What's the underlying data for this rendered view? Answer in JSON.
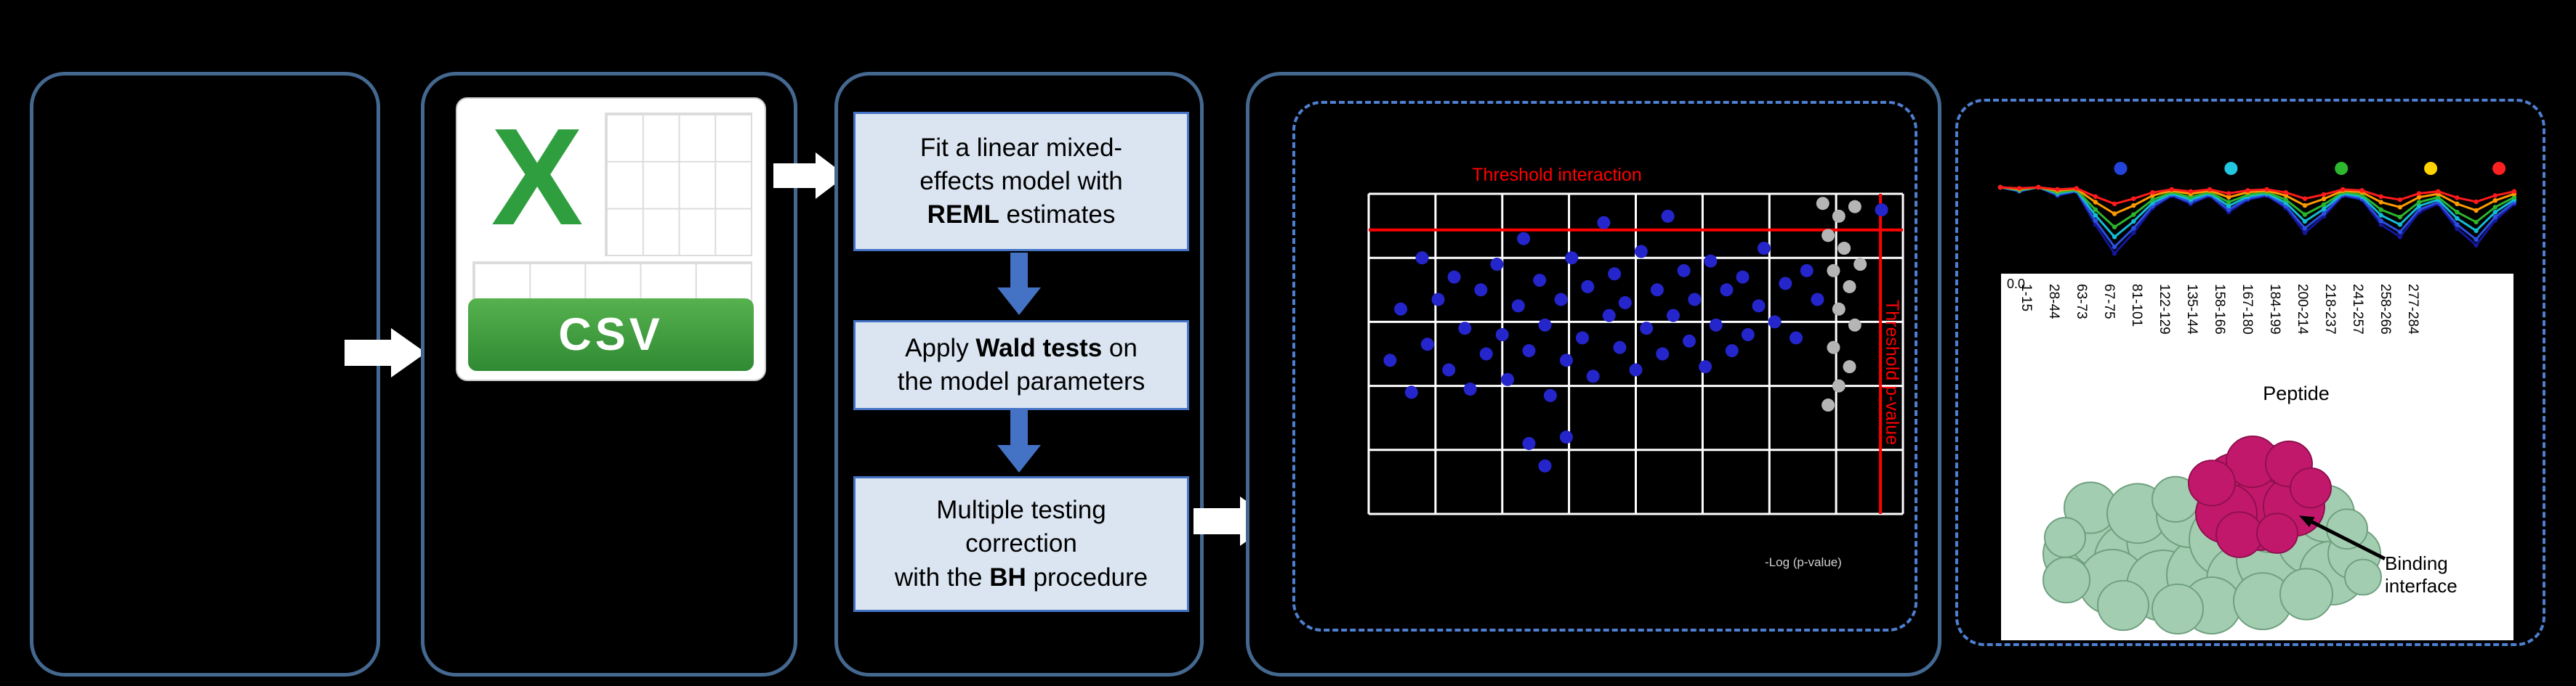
{
  "colors": {
    "background": "#000000",
    "panel_border": "#44688f",
    "dashed_border": "#4e7fd0",
    "step_fill": "#dbe5f1",
    "step_border": "#4472c4",
    "arrow_white": "#ffffff",
    "arrow_blue": "#4472c4",
    "threshold_red": "#ff0000"
  },
  "csv_panel": {
    "icon_letter": "X",
    "icon_label": "CSV"
  },
  "pipeline": {
    "steps": [
      {
        "segments": [
          {
            "t": "Fit a linear mixed-\neffects model with\n"
          },
          {
            "t": "REML",
            "b": true
          },
          {
            "t": " estimates"
          }
        ]
      },
      {
        "segments": [
          {
            "t": "Apply "
          },
          {
            "t": "Wald tests",
            "b": true
          },
          {
            "t": " on\nthe model parameters"
          }
        ]
      },
      {
        "segments": [
          {
            "t": "Multiple testing\ncorrection\nwith the "
          },
          {
            "t": "BH",
            "b": true
          },
          {
            "t": " procedure"
          }
        ]
      }
    ]
  },
  "volcano": {
    "title": "Threshold interaction",
    "side_label": "Threshold p-value",
    "axis_note": "-Log (p-value)",
    "grid": {
      "cols": 8,
      "rows": 5
    },
    "threshold_y_pct": 11.3,
    "threshold_x_pct": 95.8,
    "blue_color": "#2525cc",
    "gray_color": "#b5b5b5",
    "points_blue": [
      [
        4,
        52
      ],
      [
        6,
        36
      ],
      [
        8,
        62
      ],
      [
        10,
        20
      ],
      [
        11,
        47
      ],
      [
        13,
        33
      ],
      [
        15,
        55
      ],
      [
        16,
        26
      ],
      [
        18,
        42
      ],
      [
        19,
        61
      ],
      [
        21,
        30
      ],
      [
        22,
        50
      ],
      [
        24,
        22
      ],
      [
        25,
        44
      ],
      [
        26,
        58
      ],
      [
        28,
        35
      ],
      [
        29,
        14
      ],
      [
        30,
        49
      ],
      [
        32,
        27
      ],
      [
        33,
        41
      ],
      [
        34,
        63
      ],
      [
        36,
        33
      ],
      [
        37,
        52
      ],
      [
        38,
        20
      ],
      [
        40,
        45
      ],
      [
        41,
        29
      ],
      [
        42,
        57
      ],
      [
        44,
        9
      ],
      [
        45,
        38
      ],
      [
        46,
        25
      ],
      [
        47,
        48
      ],
      [
        48,
        34
      ],
      [
        50,
        55
      ],
      [
        51,
        18
      ],
      [
        52,
        42
      ],
      [
        54,
        30
      ],
      [
        55,
        50
      ],
      [
        56,
        7
      ],
      [
        57,
        38
      ],
      [
        59,
        24
      ],
      [
        60,
        46
      ],
      [
        61,
        33
      ],
      [
        63,
        54
      ],
      [
        64,
        21
      ],
      [
        65,
        41
      ],
      [
        67,
        30
      ],
      [
        68,
        49
      ],
      [
        70,
        26
      ],
      [
        71,
        44
      ],
      [
        73,
        35
      ],
      [
        74,
        17
      ],
      [
        76,
        40
      ],
      [
        78,
        28
      ],
      [
        80,
        45
      ],
      [
        82,
        24
      ],
      [
        84,
        33
      ],
      [
        30,
        78
      ],
      [
        33,
        85
      ],
      [
        37,
        76
      ],
      [
        96,
        5
      ]
    ],
    "points_gray": [
      [
        85,
        3
      ],
      [
        88,
        7
      ],
      [
        91,
        4
      ],
      [
        86,
        13
      ],
      [
        89,
        17
      ],
      [
        87,
        24
      ],
      [
        90,
        29
      ],
      [
        88,
        36
      ],
      [
        91,
        41
      ],
      [
        87,
        48
      ],
      [
        90,
        54
      ],
      [
        88,
        60
      ],
      [
        86,
        66
      ],
      [
        92,
        22
      ]
    ]
  },
  "results": {
    "uptake_chart": {
      "markers": [
        {
          "name": "marker-blue",
          "color": "#2244dd",
          "x_pct": 24
        },
        {
          "name": "marker-cyan",
          "color": "#22c8e0",
          "x_pct": 45
        },
        {
          "name": "marker-green",
          "color": "#2db82d",
          "x_pct": 66
        },
        {
          "name": "marker-yellow",
          "color": "#ffd400",
          "x_pct": 83
        },
        {
          "name": "marker-red",
          "color": "#ff2020",
          "x_pct": 96
        }
      ],
      "base_dip": [
        0,
        0.05,
        0,
        0.1,
        0.05,
        0.45,
        0.8,
        0.55,
        0.25,
        0.1,
        0.2,
        0.1,
        0.3,
        0.15,
        0.1,
        0.25,
        0.55,
        0.35,
        0.1,
        0.15,
        0.45,
        0.6,
        0.3,
        0.2,
        0.5,
        0.7,
        0.4,
        0.2
      ],
      "series": [
        {
          "name": "state-navy",
          "color": "#15169b",
          "depth": 1.0
        },
        {
          "name": "state-blue",
          "color": "#2b50dd",
          "depth": 0.9
        },
        {
          "name": "state-cyan",
          "color": "#13bcd4",
          "depth": 0.75
        },
        {
          "name": "state-green",
          "color": "#2db52d",
          "depth": 0.6
        },
        {
          "name": "state-orange",
          "color": "#ff9a00",
          "depth": 0.4
        },
        {
          "name": "state-red",
          "color": "#ff1b1b",
          "depth": 0.25
        }
      ]
    },
    "y_tick": "0.0",
    "peptides": [
      "1-15",
      "28-44",
      "63-73",
      "67-75",
      "81-101",
      "122-129",
      "135-144",
      "158-166",
      "167-180",
      "184-199",
      "200-214",
      "218-237",
      "241-257",
      "258-266",
      "277-284"
    ],
    "x_axis_title": "Peptide",
    "structure": {
      "surface_color": "#a3cdb0",
      "surface_stroke": "#6fa07f",
      "interface_color": "#c2186b",
      "interface_stroke": "#8f1050",
      "callout": "Binding\ninterface"
    }
  }
}
